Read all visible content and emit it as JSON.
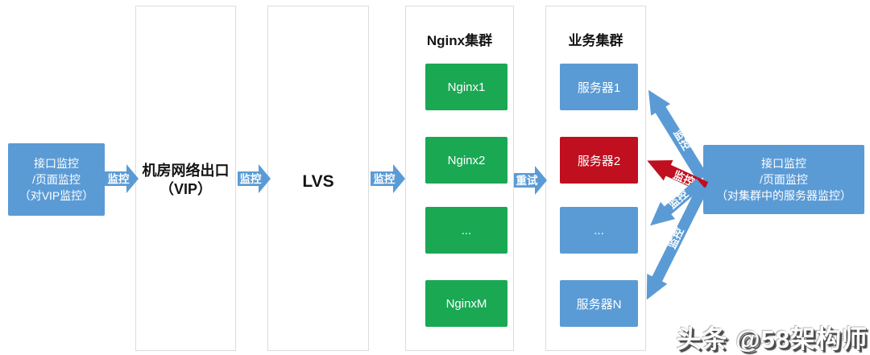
{
  "lanes": {
    "datacenter_egress": {
      "title_line1": "机房网络出口",
      "title_line2": "（VIP）"
    },
    "lvs": {
      "title": "LVS"
    },
    "nginx_cluster": {
      "header": "Nginx集群",
      "nodes": [
        {
          "label": "Nginx1"
        },
        {
          "label": "Nginx2"
        },
        {
          "label": "..."
        },
        {
          "label": "NginxM"
        }
      ]
    },
    "service_cluster": {
      "header": "业务集群",
      "nodes": [
        {
          "label": "服务器1",
          "status": "normal"
        },
        {
          "label": "服务器2",
          "status": "alert"
        },
        {
          "label": "...",
          "status": "normal"
        },
        {
          "label": "服务器N",
          "status": "normal"
        }
      ]
    }
  },
  "monitors": {
    "vip_monitor": {
      "line1": "接口监控",
      "line2": "/页面监控",
      "line3": "（对VIP监控）"
    },
    "cluster_monitor": {
      "line1": "接口监控",
      "line2": "/页面监控",
      "line3": "（对集群中的服务器监控）"
    }
  },
  "flow": {
    "steps": [
      {
        "label": "监控"
      },
      {
        "label": "监控"
      },
      {
        "label": "监控"
      },
      {
        "label": "重试"
      }
    ]
  },
  "fan": {
    "labels": [
      {
        "label": "监控",
        "target": "服务器1"
      },
      {
        "label": "监控",
        "target": "服务器2"
      },
      {
        "label": "监控",
        "target": "..."
      },
      {
        "label": "监控",
        "target": "服务器N"
      }
    ]
  },
  "watermark": "头条 @58架构师",
  "colors": {
    "node_green": "#1aa853",
    "node_blue": "#5b9bd5",
    "alert_red": "#c00f1f",
    "arrow_blue": "#5b9bd5",
    "lane_border": "#dcdcdc"
  }
}
